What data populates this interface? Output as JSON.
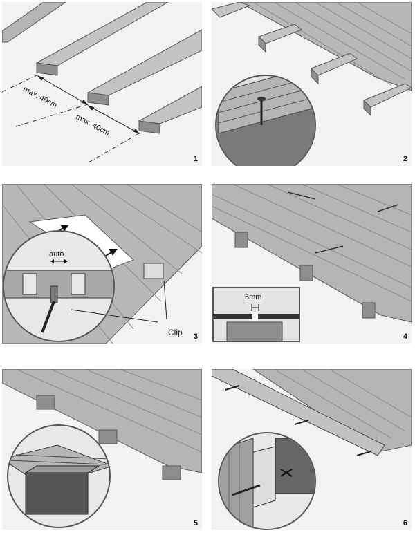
{
  "panels": [
    {
      "number": "1",
      "labels": {
        "dim1": "max. 40cm",
        "dim2": "max. 40cm"
      }
    },
    {
      "number": "2"
    },
    {
      "number": "3",
      "labels": {
        "auto": "auto",
        "clip": "Clip"
      }
    },
    {
      "number": "4",
      "labels": {
        "gap": "5mm"
      }
    },
    {
      "number": "5"
    },
    {
      "number": "6"
    }
  ],
  "colors": {
    "wood_light": "#b8b8b8",
    "wood_mid": "#9c9c9c",
    "wood_dark": "#6e6e6e",
    "background": "#f2f2f2"
  }
}
